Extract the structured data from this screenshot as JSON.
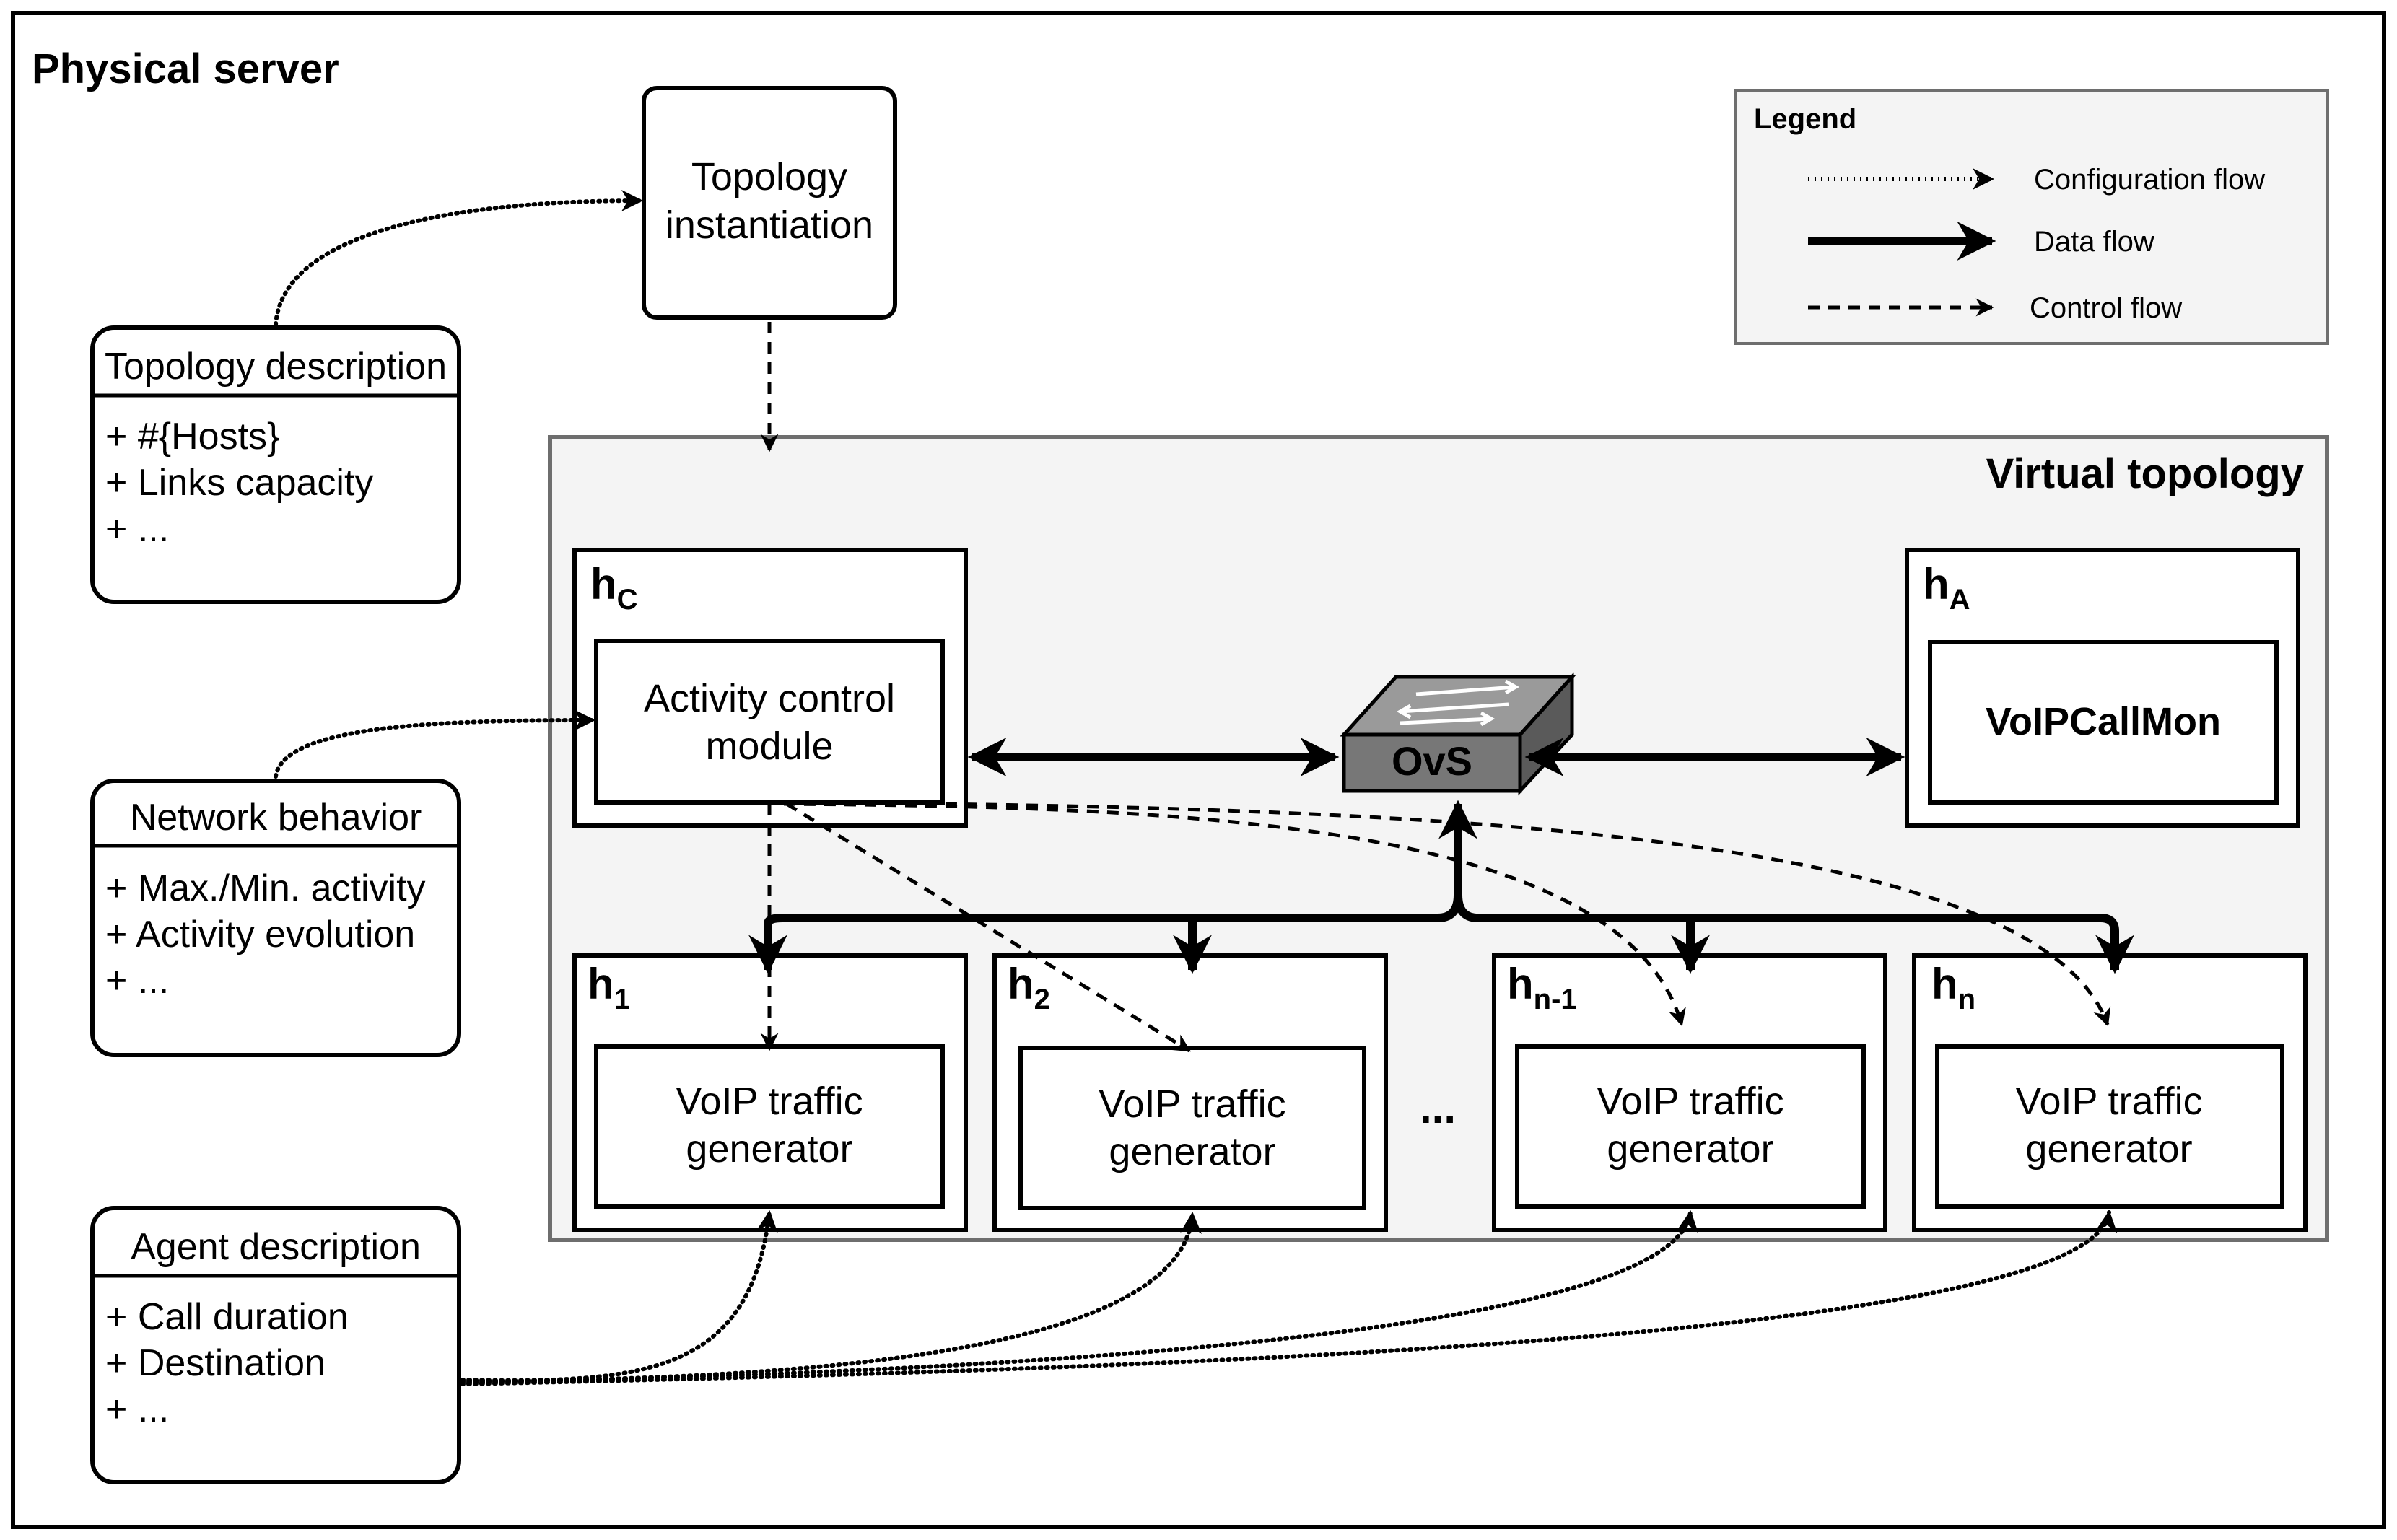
{
  "title": "Physical server",
  "topology_instantiation": [
    "Topology",
    "instantiation"
  ],
  "virtual_topology_label": "Virtual topology",
  "topology_description": {
    "title": "Topology description",
    "items": [
      "+ #{Hosts}",
      "+ Links capacity",
      "+ ..."
    ]
  },
  "network_behavior": {
    "title": "Network behavior",
    "items": [
      "+ Max./Min. activity",
      "+ Activity evolution",
      "+ ..."
    ]
  },
  "agent_description": {
    "title": "Agent description",
    "items": [
      "+ Call duration",
      "+ Destination",
      "+ ..."
    ]
  },
  "hosts": {
    "hc": {
      "base": "h",
      "sub": "C",
      "module": [
        "Activity control",
        "module"
      ]
    },
    "ha": {
      "base": "h",
      "sub": "A",
      "module": "VoIPCallMon"
    },
    "h1": {
      "base": "h",
      "sub": "1",
      "module": [
        "VoIP traffic",
        "generator"
      ]
    },
    "h2": {
      "base": "h",
      "sub": "2",
      "module": [
        "VoIP traffic",
        "generator"
      ]
    },
    "hn1": {
      "base": "h",
      "sub": "n-1",
      "module": [
        "VoIP traffic",
        "generator"
      ]
    },
    "hn": {
      "base": "h",
      "sub": "n",
      "module": [
        "VoIP traffic",
        "generator"
      ]
    }
  },
  "ellipsis": "...",
  "switch_label": "OvS",
  "legend": {
    "title": "Legend",
    "items": [
      {
        "label": "Configuration flow",
        "style": "dotted"
      },
      {
        "label": "Data flow",
        "style": "solid"
      },
      {
        "label": "Control flow",
        "style": "dashed"
      }
    ]
  },
  "colors": {
    "panel_fill": "#f4f4f4",
    "panel_stroke": "#6e6e6e",
    "switch_face": "#777777",
    "switch_top": "#9a9a9a",
    "switch_side": "#5a5a5a"
  }
}
